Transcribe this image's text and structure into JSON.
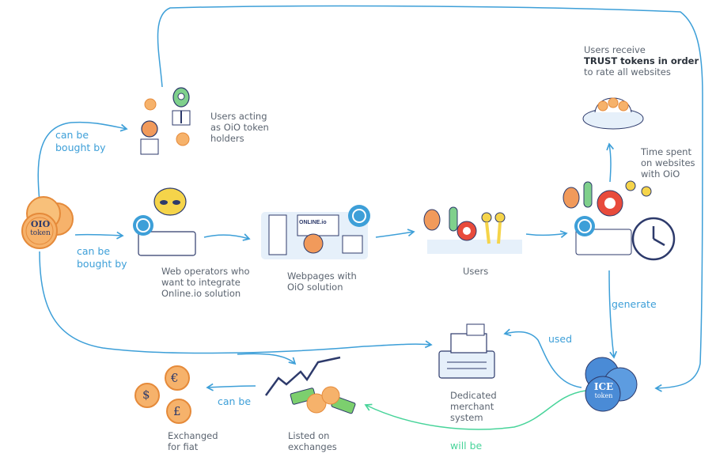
{
  "diagram": {
    "nodes": {
      "oio_token": {
        "coin_text_1": "OIO",
        "coin_text_2": "token"
      },
      "token_holders": {
        "caption_lines": [
          "Users acting",
          "as OiO token",
          "holders"
        ]
      },
      "web_operators": {
        "caption_lines": [
          "Web operators who",
          "want to integrate",
          "Online.io solution"
        ]
      },
      "webpages": {
        "caption_lines": [
          "Webpages with",
          "OiO solution"
        ],
        "screen_label": "ONLINE.io"
      },
      "users": {
        "caption_lines": [
          "Users"
        ]
      },
      "time_spent": {
        "caption_lines": [
          "Time spent",
          "on websites",
          "with OiO"
        ]
      },
      "trust": {
        "caption_line_1": "Users receive",
        "caption_bold": "TRUST tokens in order",
        "caption_line_3": "to rate all websites"
      },
      "ice_token": {
        "coin_text_1": "ICE",
        "coin_text_2": "token"
      },
      "merchant": {
        "caption_lines": [
          "Dedicated",
          "merchant",
          "system"
        ]
      },
      "exchanges": {
        "caption_lines": [
          "Listed on",
          "exchanges"
        ]
      },
      "fiat": {
        "caption_lines": [
          "Exchanged",
          "for fiat"
        ],
        "symbols": [
          "$",
          "€",
          "£"
        ]
      }
    },
    "edges": {
      "bought_by_holders": [
        "can be",
        "bought by"
      ],
      "bought_by_operators": [
        "can be",
        "bought by"
      ],
      "generate": "generate",
      "used": "used",
      "can_be": "can be",
      "will_be": "will be"
    },
    "colors": {
      "arrow": "#3d9fd8",
      "arrow_green": "#48d49a",
      "coin": "#f6b26b",
      "coin_edge": "#e58a3a",
      "ice_coin": "#4a8bd6",
      "alien_yellow": "#f5d44a",
      "alien_green": "#7fd08c",
      "alien_red": "#e84b3c",
      "alien_orange": "#f19a5b",
      "ink": "#2d3a6b",
      "money_green": "#7ccf6e"
    },
    "icons": [
      "oio-coin-icon",
      "ice-coin-icon",
      "alien-icon",
      "laptop-icon",
      "clock-icon",
      "ufo-icon",
      "cash-register-icon",
      "chart-icon",
      "dollar-icon",
      "euro-icon",
      "pound-icon"
    ]
  }
}
